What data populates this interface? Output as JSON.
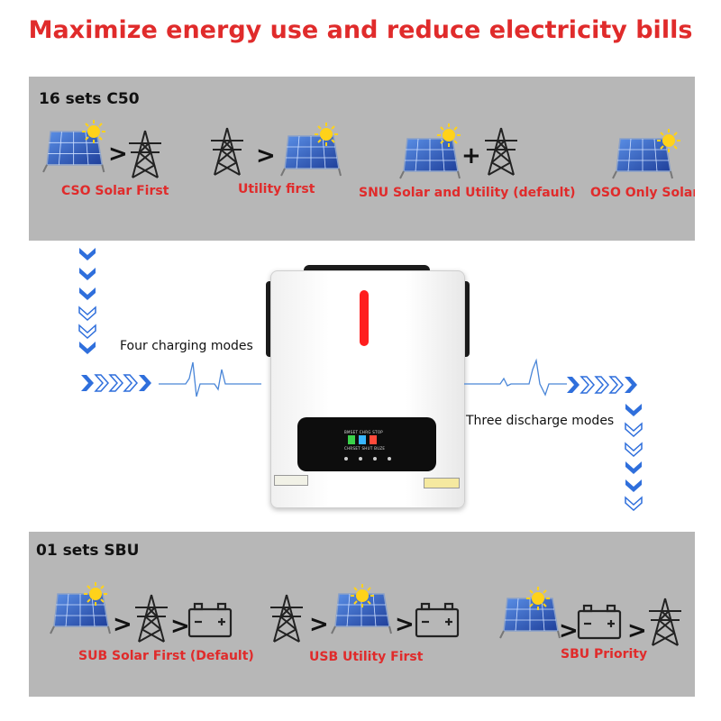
{
  "title": "Maximize energy use and reduce electricity bills",
  "top_section": {
    "heading": "16 sets C50",
    "modes": [
      {
        "label": "CSO Solar First",
        "icons": [
          "solar-panel-icon",
          "greater-than",
          "power-tower-icon"
        ]
      },
      {
        "label": "Utility first",
        "icons": [
          "power-tower-icon",
          "greater-than",
          "solar-panel-icon"
        ]
      },
      {
        "label": "SNU Solar and Utility (default)",
        "icons": [
          "solar-panel-icon",
          "plus",
          "power-tower-icon"
        ]
      },
      {
        "label": "OSO Only Solar",
        "icons": [
          "solar-panel-icon"
        ]
      }
    ]
  },
  "middle": {
    "charging_label": "Four charging modes",
    "discharge_label": "Three discharge modes",
    "device_icon": "inverter-icon",
    "device_screen_labels": [
      "BMSET",
      "CHRG",
      "STOP",
      "CHRSET",
      "SHUT",
      "BUZE"
    ]
  },
  "bottom_section": {
    "heading": "01 sets SBU",
    "modes": [
      {
        "label": "SUB Solar First (Default)",
        "icons": [
          "solar-panel-icon",
          "greater-than",
          "power-tower-icon",
          "greater-than",
          "battery-icon"
        ]
      },
      {
        "label": "USB Utility First",
        "icons": [
          "power-tower-icon",
          "greater-than",
          "solar-panel-icon",
          "greater-than",
          "battery-icon"
        ]
      },
      {
        "label": "SBU Priority",
        "icons": [
          "solar-panel-icon",
          "greater-than",
          "battery-icon",
          "greater-than",
          "power-tower-icon"
        ]
      }
    ]
  },
  "symbols": {
    "greater": ">",
    "plus": "+"
  },
  "colors": {
    "title_red": "#e02b2b",
    "band_gray": "#b7b7b7",
    "chevron_blue": "#2f6fdc",
    "indicator_red": "#ff1e1e"
  }
}
